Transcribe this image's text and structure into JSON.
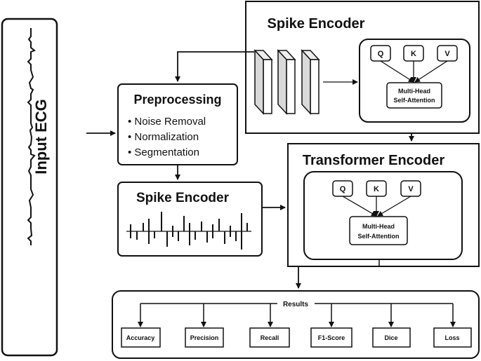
{
  "input": {
    "label": "Input ECG"
  },
  "preprocessing": {
    "title": "Preprocessing",
    "steps": [
      "• Noise Removal",
      "• Normalization",
      "• Segmentation"
    ]
  },
  "spike_encoder_top": {
    "title": "Spike Encoder",
    "qkv": [
      "Q",
      "K",
      "V"
    ],
    "attention_line1": "Multi-Head",
    "attention_line2": "Self-Attention"
  },
  "spike_encoder_mid": {
    "title": "Spike Encoder"
  },
  "transformer": {
    "title": "Transformer Encoder",
    "qkv": [
      "Q",
      "K",
      "V"
    ],
    "attention_line1": "Multi-Head",
    "attention_line2": "Self-Attention"
  },
  "results": {
    "title": "Results",
    "metrics": [
      "Accuracy",
      "Precision",
      "Recall",
      "F1-Score",
      "Dice",
      "Loss"
    ]
  },
  "colors": {
    "stroke": "#111111",
    "conv_block": "#d9d9d9",
    "background": "#ffffff"
  }
}
